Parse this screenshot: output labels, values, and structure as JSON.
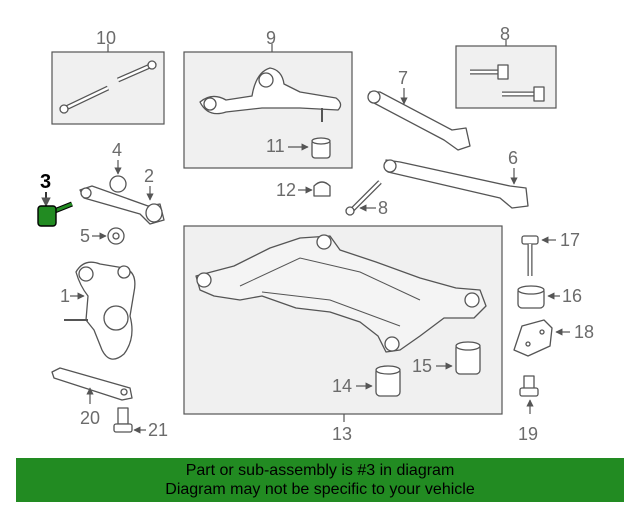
{
  "callouts": {
    "c1": "1",
    "c2": "2",
    "c3": "3",
    "c4": "4",
    "c5": "5",
    "c6": "6",
    "c7": "7",
    "c8a": "8",
    "c8b": "8",
    "c9": "9",
    "c10": "10",
    "c11": "11",
    "c12": "12",
    "c13": "13",
    "c14": "14",
    "c15": "15",
    "c16": "16",
    "c17": "17",
    "c18": "18",
    "c19": "19",
    "c20": "20",
    "c21": "21"
  },
  "highlight": {
    "part_number": "3",
    "color": "#228b22"
  },
  "banner": {
    "line1": "Part or sub-assembly is #3 in diagram",
    "line2": "Diagram may not be specific to your vehicle",
    "color": "#228b22"
  }
}
